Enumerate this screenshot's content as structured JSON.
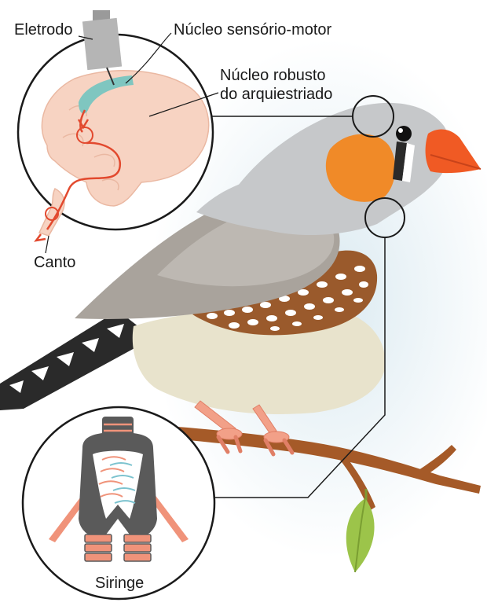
{
  "labels": {
    "electrode": "Eletrodo",
    "sensorimotor_nucleus": "Núcleo sensório-motor",
    "robust_nucleus_line1": "Núcleo robusto",
    "robust_nucleus_line2": "do arquiestriado",
    "song": "Canto",
    "syrinx": "Siringe"
  },
  "colors": {
    "background_glow": "#e4f0f5",
    "brain": "#f7d3c2",
    "brain_outline": "#eab8a2",
    "nucleus": "#7fc6c0",
    "pathway": "#e2492e",
    "electrode": "#b5b5b5",
    "bird_head": "#c6c8ca",
    "bird_wing": "#a9a39c",
    "bird_belly": "#e8e3cc",
    "cheek": "#f08a28",
    "beak": "#f05a24",
    "flank": "#9a5a2c",
    "spots": "#ffffff",
    "legs": "#f2a088",
    "branch": "#a55a28",
    "leaf": "#9cc44a",
    "syrinx_grey": "#5a5a5a",
    "syrinx_salmon": "#f0937a",
    "syrinx_teal": "#7cc3cf"
  }
}
